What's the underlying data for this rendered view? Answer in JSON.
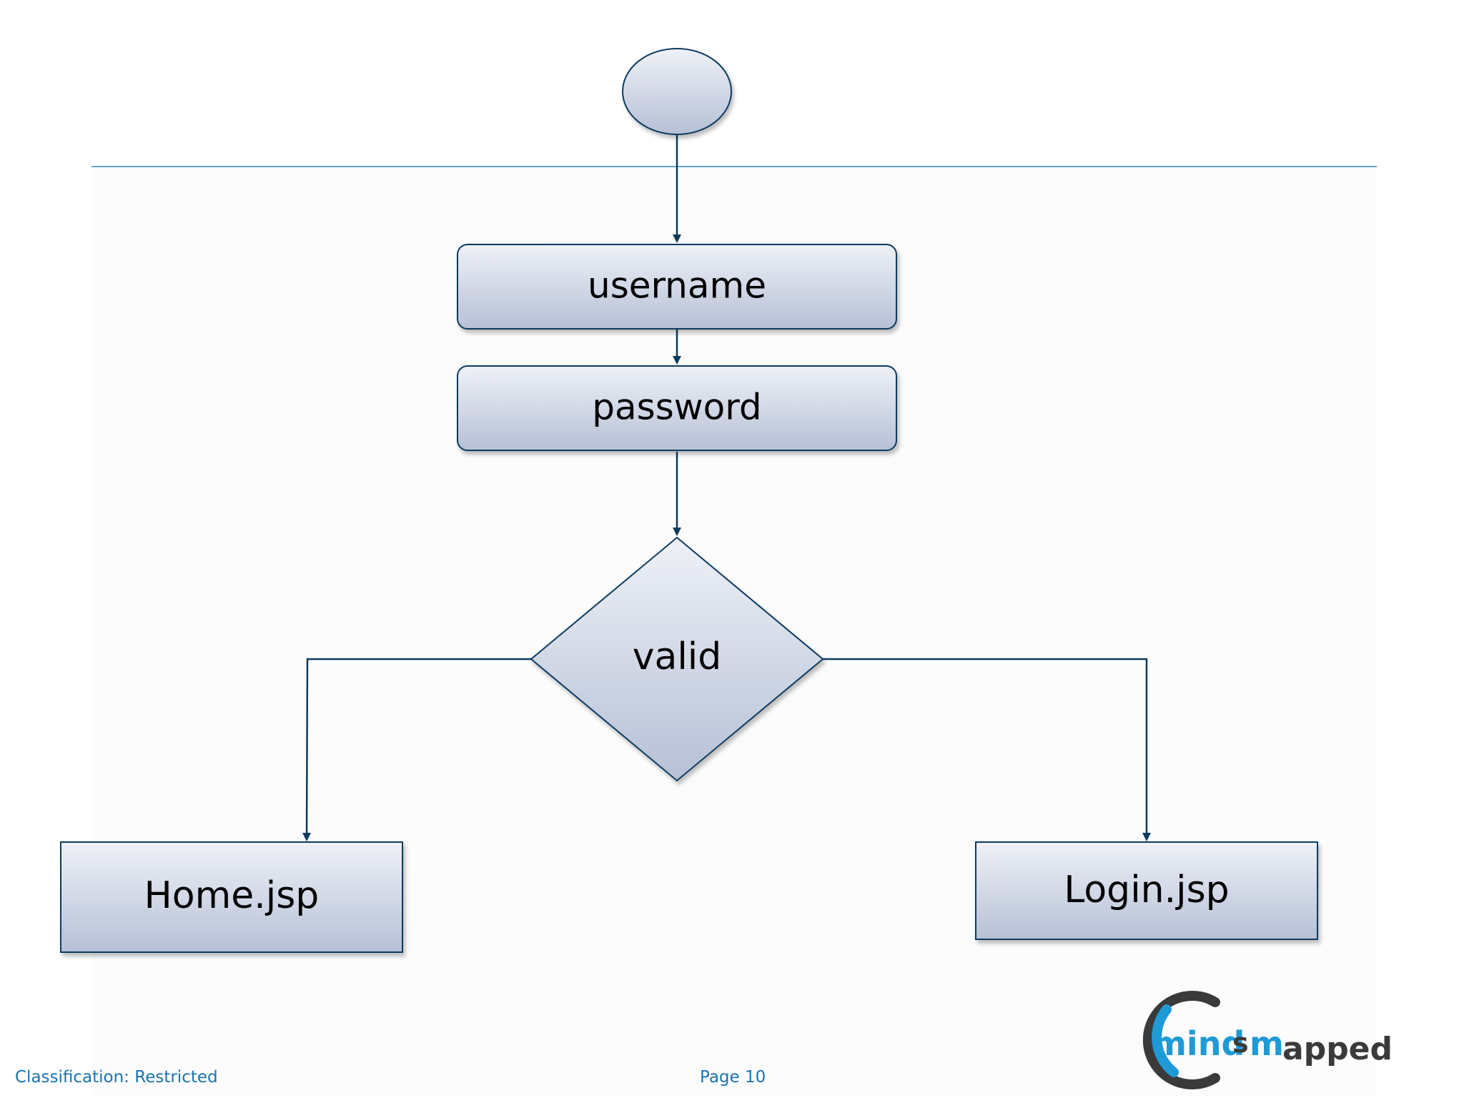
{
  "diagram": {
    "nodes": {
      "start": {
        "shape": "ellipse",
        "label": ""
      },
      "username": {
        "shape": "rounded-rect",
        "label": "username"
      },
      "password": {
        "shape": "rounded-rect",
        "label": "password"
      },
      "valid": {
        "shape": "diamond",
        "label": "valid"
      },
      "home": {
        "shape": "rect",
        "label": "Home.jsp"
      },
      "login": {
        "shape": "rect",
        "label": "Login.jsp"
      }
    },
    "edges": [
      {
        "from": "start",
        "to": "username"
      },
      {
        "from": "username",
        "to": "password"
      },
      {
        "from": "password",
        "to": "valid"
      },
      {
        "from": "valid",
        "to": "home"
      },
      {
        "from": "valid",
        "to": "login"
      }
    ]
  },
  "footer": {
    "classification": "Classification: Restricted",
    "page": "Page 10"
  },
  "logo": {
    "text": "mindsmapped",
    "ring_color": "#1e9ad6",
    "text_color": "#3a3a3a"
  },
  "colors": {
    "line": "#0d3b5e",
    "separator": "#2f86b8",
    "node_fill_top": "#eef1f7",
    "node_fill_bottom": "#b6c0d6",
    "footer_text": "#1a73b0"
  }
}
